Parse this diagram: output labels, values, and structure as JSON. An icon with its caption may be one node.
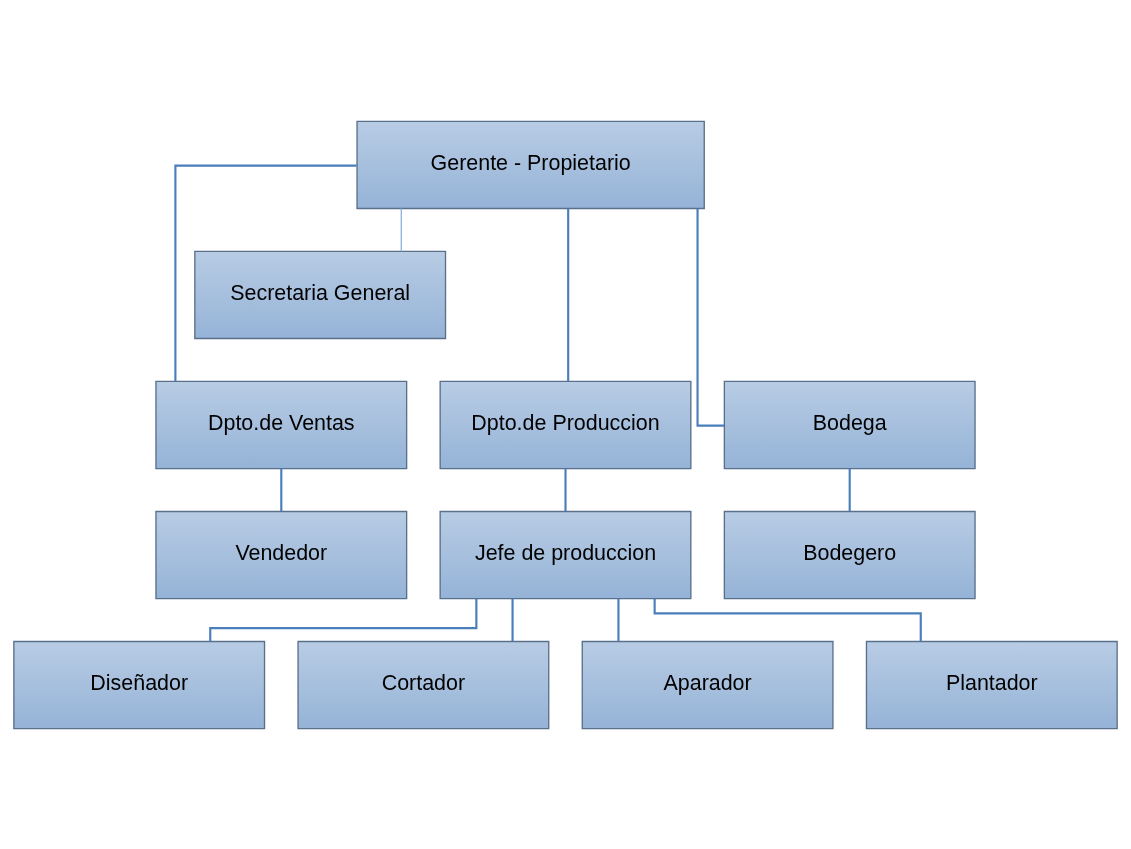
{
  "diagram": {
    "nodes": [
      {
        "text": [
          "Gerente - Propietario"
        ]
      },
      {
        "text": [
          "Secretaria General"
        ]
      },
      {
        "text": [
          "Dpto.de Ventas"
        ]
      },
      {
        "text": [
          "Dpto.de Produccion"
        ]
      },
      {
        "text": [
          "Bodega"
        ]
      },
      {
        "text": [
          "Vendedor"
        ]
      },
      {
        "text": [
          "Jefe de produccion"
        ]
      },
      {
        "text": [
          "Bodegero"
        ]
      },
      {
        "text": [
          "Diseñador"
        ]
      },
      {
        "text": [
          "Cortador"
        ]
      },
      {
        "text": [
          "Aparador"
        ]
      },
      {
        "text": [
          "Plantador"
        ]
      }
    ],
    "edges": [
      {
        "from": 0,
        "to": 1,
        "arrow": "none",
        "color": "#8db3e2"
      },
      {
        "from": 0,
        "to": 2,
        "arrow": "none"
      },
      {
        "from": 0,
        "to": 3,
        "arrow": "none"
      },
      {
        "from": 0,
        "to": 4,
        "arrow": "none"
      },
      {
        "from": 2,
        "to": 5,
        "arrow": "none"
      },
      {
        "from": 3,
        "to": 6,
        "arrow": "none"
      },
      {
        "from": 4,
        "to": 7,
        "arrow": "none"
      },
      {
        "from": 6,
        "to": 8,
        "arrow": "none"
      },
      {
        "from": 6,
        "to": 9,
        "arrow": "none"
      },
      {
        "from": 6,
        "to": 10,
        "arrow": "none"
      },
      {
        "from": 6,
        "to": 11,
        "arrow": "none"
      }
    ]
  }
}
